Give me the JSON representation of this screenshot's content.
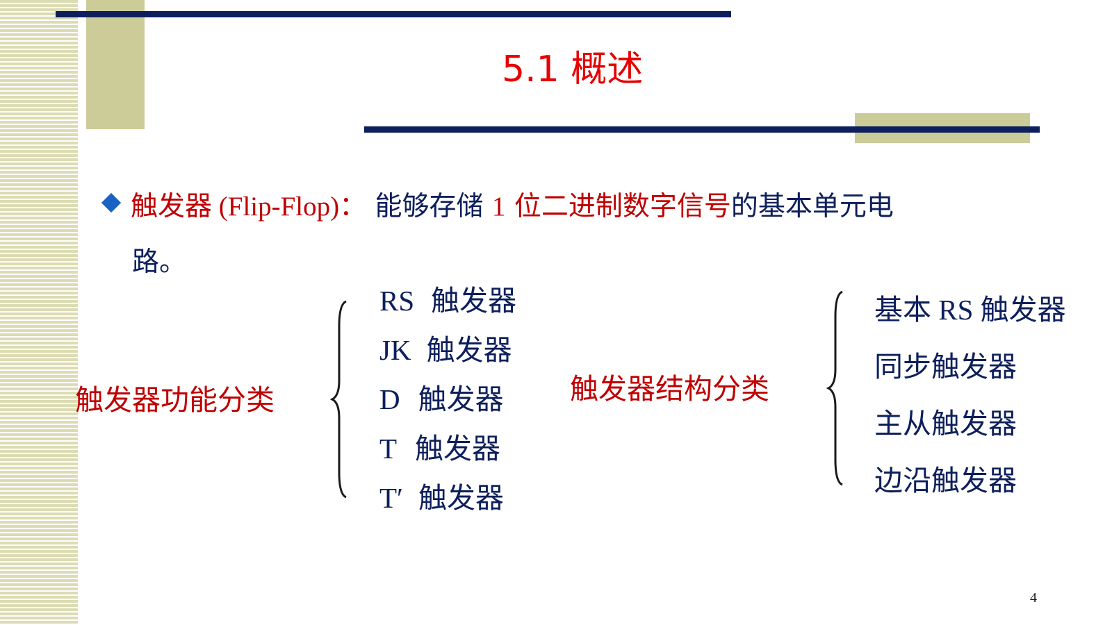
{
  "slide": {
    "title": "5.1  概述",
    "definition": {
      "term": "触发器",
      "term_en": " (Flip-Flop)：",
      "text_pre": " 能够存储 ",
      "number": "1",
      "highlight": " 位二进制数字信号",
      "text_post": "的基本单元电",
      "continuation": "路。"
    },
    "function_group": {
      "label": "触发器功能分类",
      "items": [
        {
          "code": "RS",
          "name": "触发器"
        },
        {
          "code": "JK",
          "name": "触发器"
        },
        {
          "code": "D",
          "name": "触发器"
        },
        {
          "code": "T",
          "name": "触发器"
        },
        {
          "code": "T′",
          "name": "触发器"
        }
      ]
    },
    "structure_group": {
      "label": "触发器结构分类",
      "items": [
        {
          "prefix": "基本",
          "code": " RS ",
          "name": "触发器"
        },
        {
          "prefix": "",
          "code": "",
          "name": "同步触发器"
        },
        {
          "prefix": "",
          "code": "",
          "name": "主从触发器"
        },
        {
          "prefix": "",
          "code": "",
          "name": "边沿触发器"
        }
      ]
    },
    "page_number": "4"
  },
  "colors": {
    "navy": "#0d1f5c",
    "red": "#c00000",
    "title_red": "#e60000",
    "khaki": "#cccc99",
    "bullet_blue": "#1a63c4"
  }
}
